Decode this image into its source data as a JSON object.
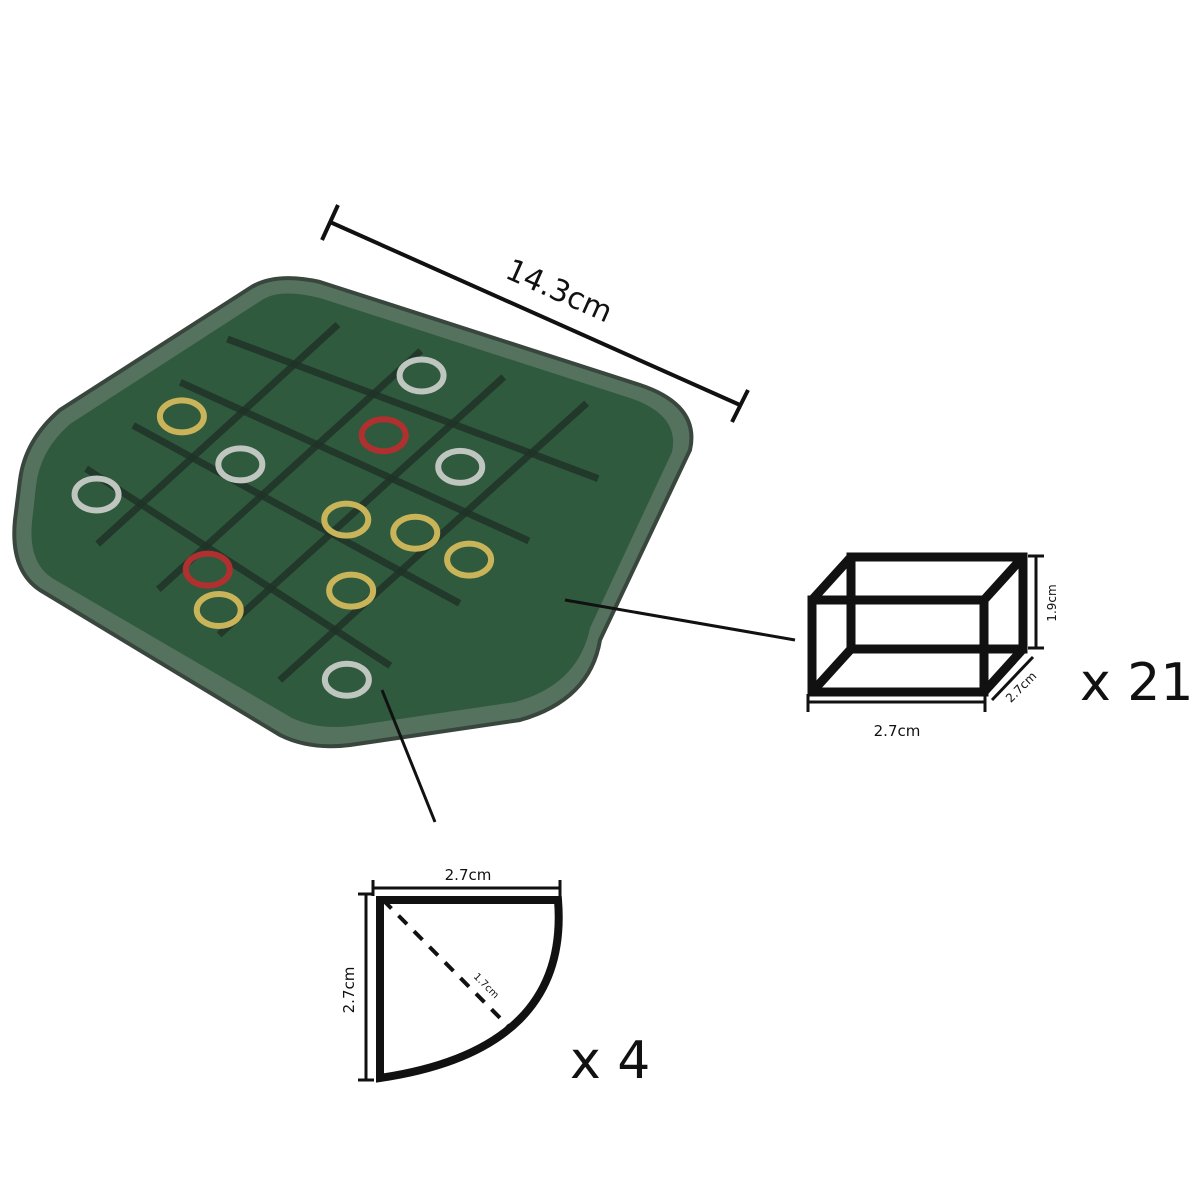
{
  "product": {
    "width_label": "14.3cm",
    "grid_rows": 5,
    "grid_cols": 5,
    "tray_color": "#2f5a3e",
    "tray_edge_color": "#3b4a40"
  },
  "square_compartment": {
    "height_label": "1.9cm",
    "depth_label": "2.7cm",
    "width_label": "2.7cm",
    "count_label": "x 21"
  },
  "corner_compartment": {
    "width_label": "2.7cm",
    "height_label": "2.7cm",
    "radius_label": "1.7cm",
    "count_label": "x 4"
  }
}
